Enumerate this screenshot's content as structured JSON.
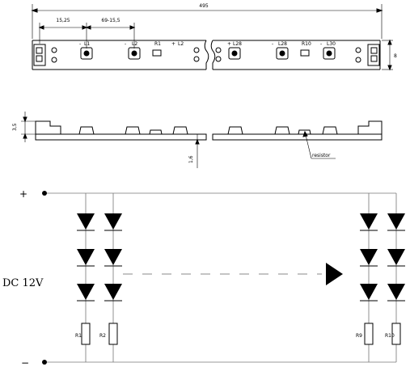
{
  "top_view": {
    "total_length": "495",
    "dim_first": "15,25",
    "dim_pitch": "69-15,5",
    "width": "8",
    "labels": [
      "L1",
      "L2",
      "R1",
      "L2",
      "L28",
      "R10",
      "L30"
    ],
    "polarity": [
      "-",
      "-",
      "+",
      "+",
      "-",
      "-"
    ]
  },
  "side_view": {
    "height_dim": "3,5",
    "thickness_dim": "1,6",
    "resistor_label": "resistor"
  },
  "circuit": {
    "plus": "+",
    "minus": "−",
    "supply": "DC 12V",
    "resistors": [
      "R1",
      "R2",
      "R9",
      "R10"
    ]
  }
}
